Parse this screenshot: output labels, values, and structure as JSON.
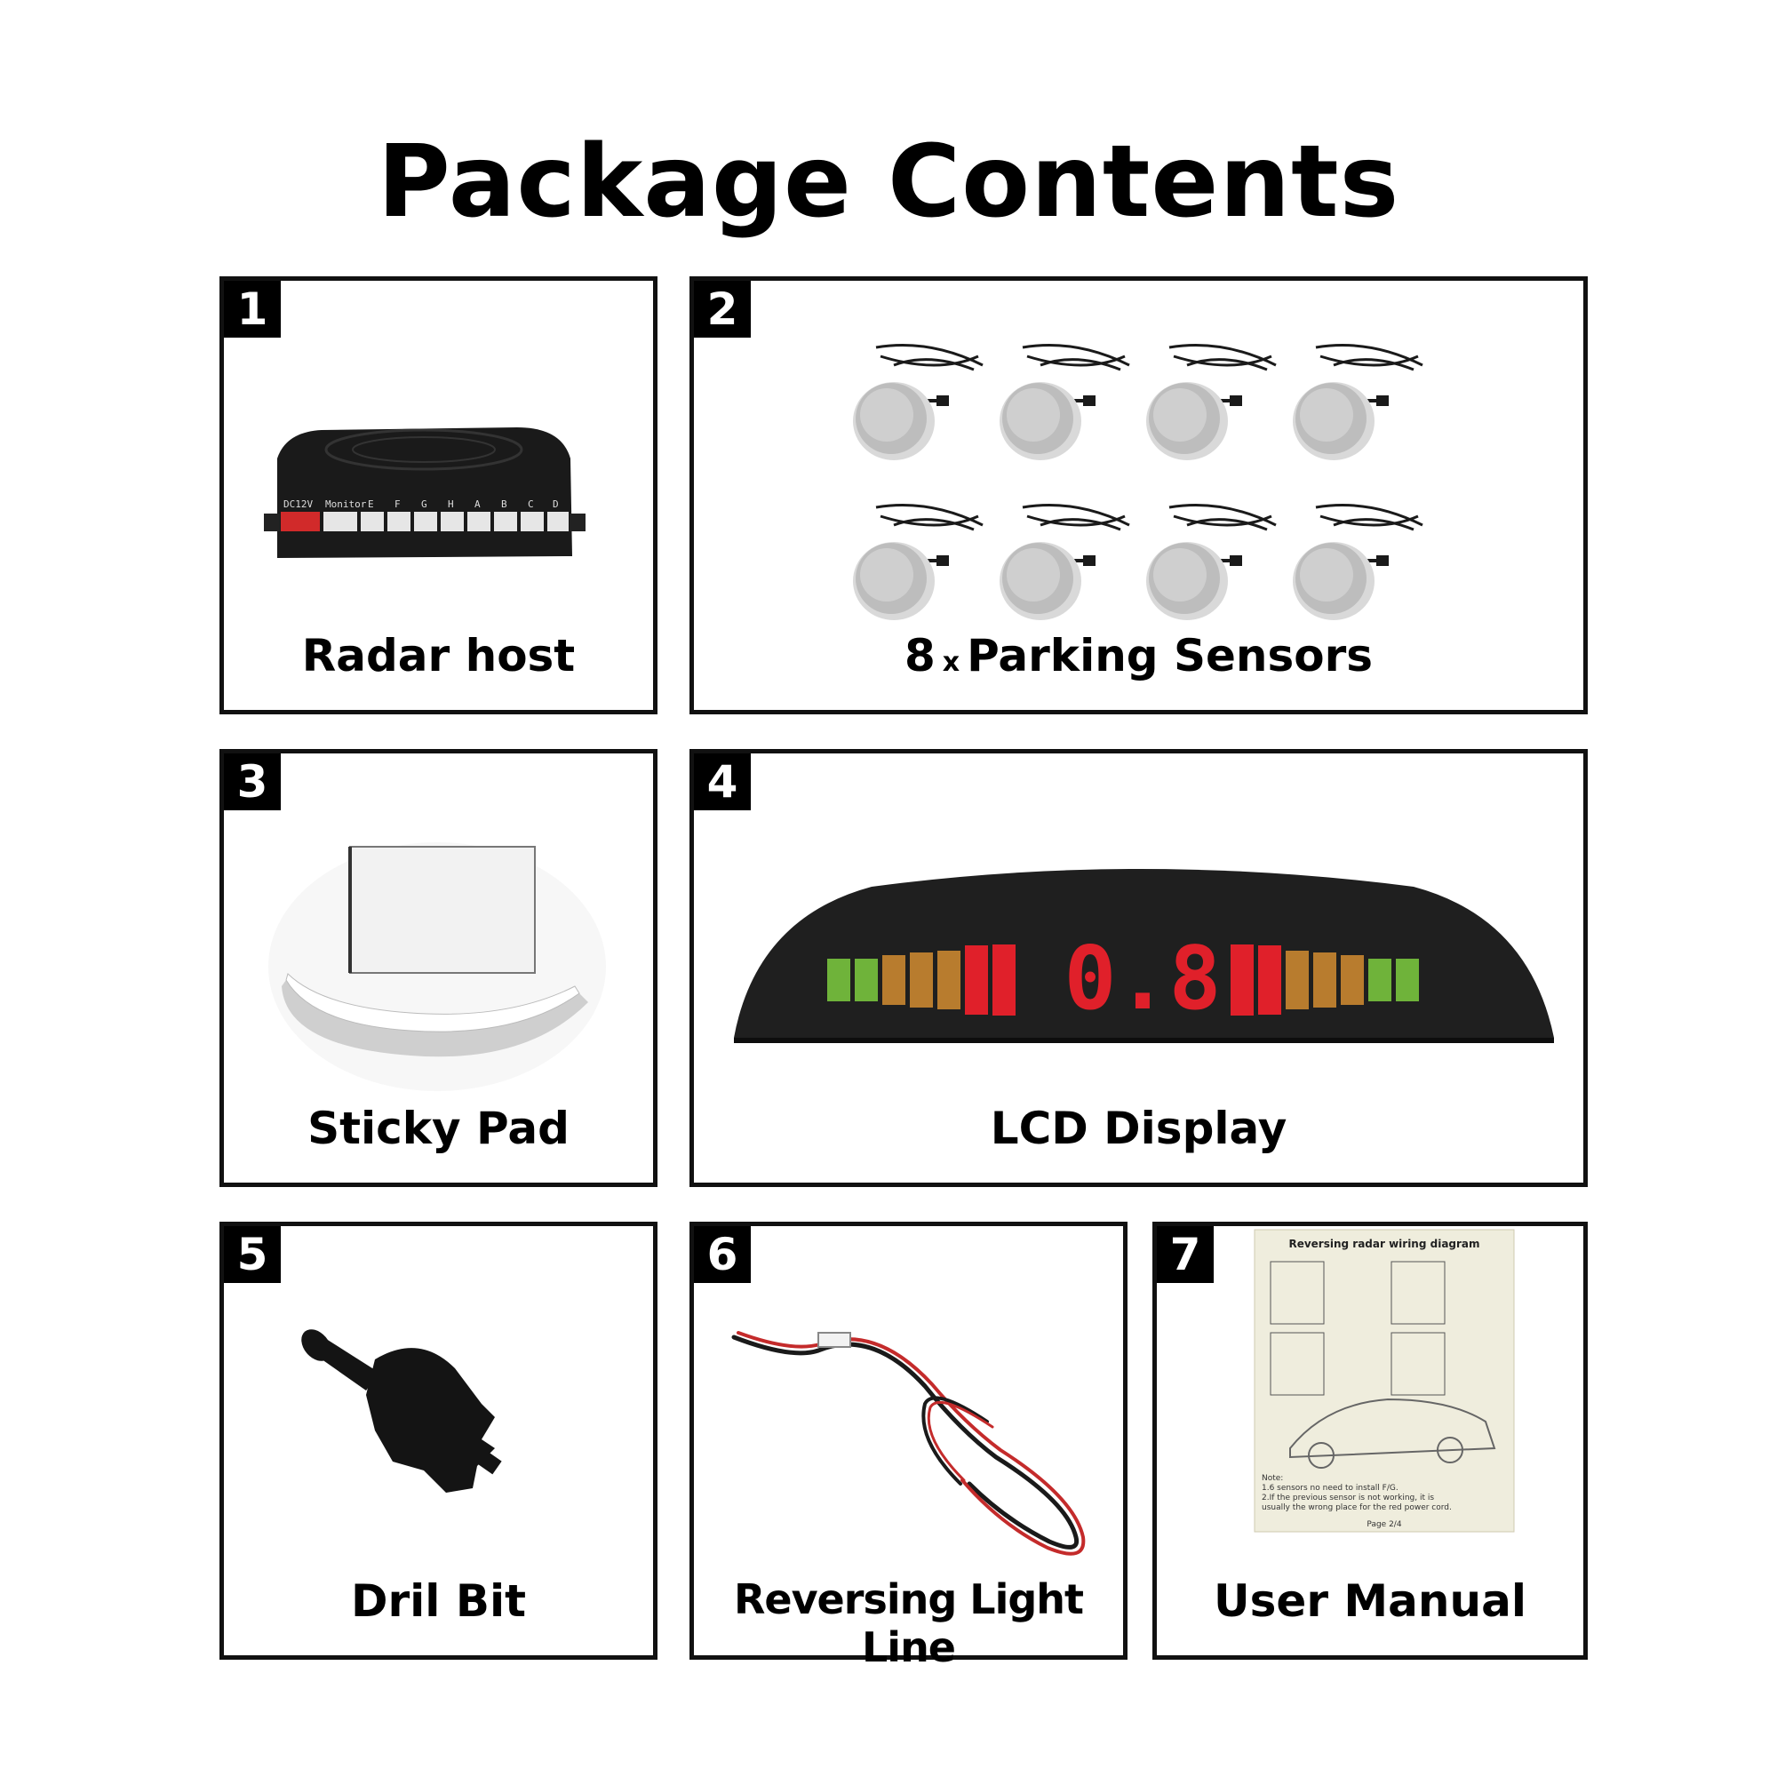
{
  "title": "Package Contents",
  "items": [
    {
      "number": "1",
      "label": "Radar host",
      "host_port_labels": [
        "DC12V",
        "Monitor",
        "E",
        "F",
        "G",
        "H",
        "A",
        "B",
        "C",
        "D"
      ]
    },
    {
      "number": "2",
      "label_qty": "8",
      "label_x": "x",
      "label": "Parking Sensors"
    },
    {
      "number": "3",
      "label": "Sticky Pad"
    },
    {
      "number": "4",
      "label": "LCD Display",
      "display_reading": "0.8"
    },
    {
      "number": "5",
      "label": "Dril Bit"
    },
    {
      "number": "6",
      "label": "Reversing Light Line"
    },
    {
      "number": "7",
      "label": "User Manual",
      "manual_heading": "Reversing radar wiring diagram",
      "manual_note_title": "Note:",
      "manual_notes": [
        "1.6 sensors no need to install F/G.",
        "2.If the previous sensor is not working, it is",
        "usually the wrong place for the red power cord."
      ],
      "manual_page": "Page 2/4"
    }
  ],
  "colors": {
    "sensor_green": "#6fb33a",
    "sensor_amber": "#b87c2e",
    "sensor_red": "#e0202a",
    "device_black": "#1d1d1d"
  }
}
